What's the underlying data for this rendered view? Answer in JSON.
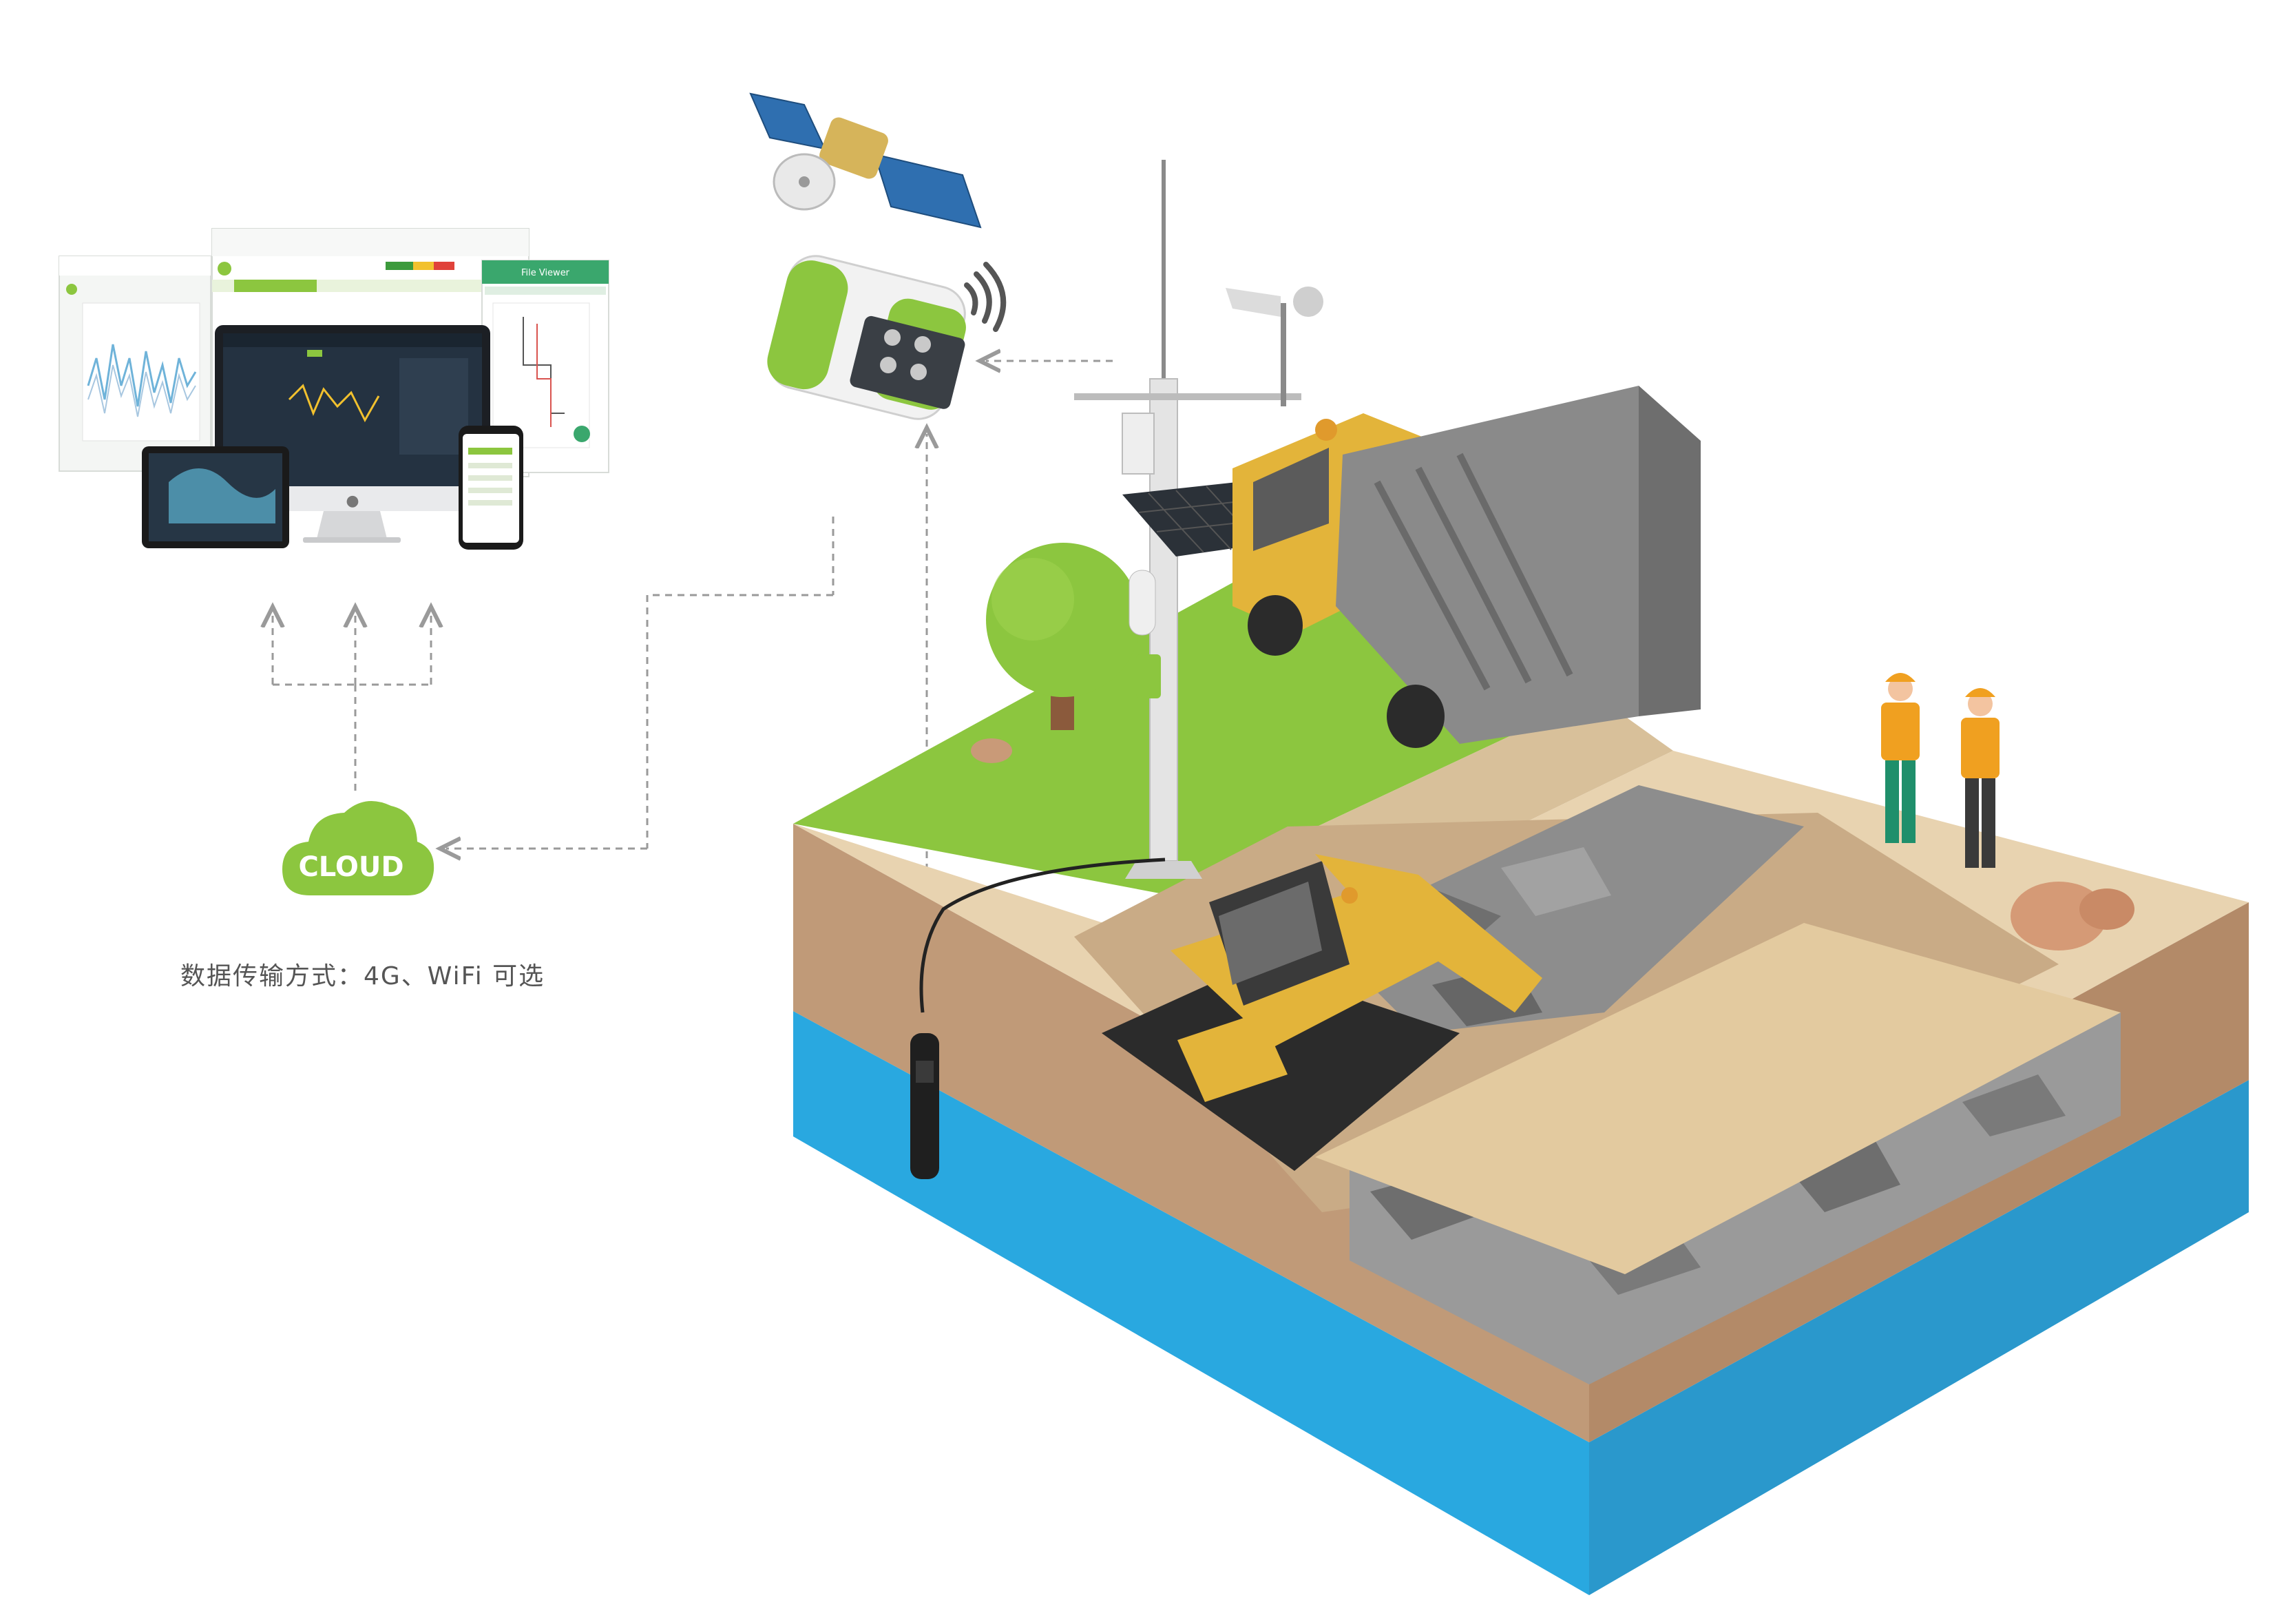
{
  "cloud": {
    "label": "CLOUD",
    "color": "#8cc63f"
  },
  "caption": "数据传输方式：4G、WiFi 可选",
  "devices": {
    "monitor_brand_icon": "apple-icon",
    "file_viewer_title": "File Viewer"
  },
  "colors": {
    "water": "#29a8e0",
    "soil": "#c9a27e",
    "grass": "#8cc63f",
    "sand": "#e8d3b0",
    "truck": "#e3b43a",
    "logger_green": "#8cc63f",
    "connector_line": "#9a9a9a"
  },
  "icons": [
    "satellite-icon",
    "wifi-icon",
    "solar-panel-icon",
    "weather-station-icon",
    "dump-truck-icon",
    "excavator-icon",
    "worker-icon",
    "tree-icon",
    "sensor-probe-icon",
    "data-logger-icon",
    "arrow-icon"
  ]
}
